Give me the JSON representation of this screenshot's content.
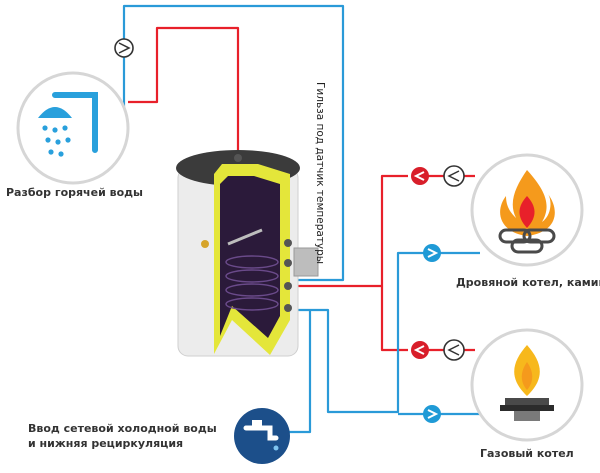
{
  "labels": {
    "hot_water": "Разбор горячей воды",
    "cold_water_line1": "Ввод  сетевой холодной воды",
    "cold_water_line2": "и нижняя рециркуляция",
    "wood_boiler": "Дровяной котел, камин",
    "gas_boiler": "Газовый котел",
    "sensor_sleeve": "Гильза под датчик температуры"
  },
  "colors": {
    "hot_line": "#e8202a",
    "cold_line": "#2a9ad8",
    "tank_body": "#e9e9e9",
    "tank_lid": "#3a3a3a",
    "insulation": "#e6e83a",
    "tank_interior": "#2a1838",
    "hot_marker": "#d81e2a",
    "cold_marker": "#1f9ad6",
    "icon_circle_border": "#d6d6d6",
    "shower_icon": "#29a0dc",
    "flame_icon": "#f59a1c",
    "logs_icon": "#4a4a4a",
    "tap_circle": "#1c4f8a"
  },
  "icons": {
    "shower": "shower-icon",
    "wood_fire": "wood-fire-icon",
    "gas_burner": "gas-burner-icon",
    "water_tap": "water-tap-icon",
    "pump": "pump-icon",
    "flow_arrow_hot": "arrow-left-icon",
    "flow_arrow_cold": "arrow-right-icon"
  }
}
